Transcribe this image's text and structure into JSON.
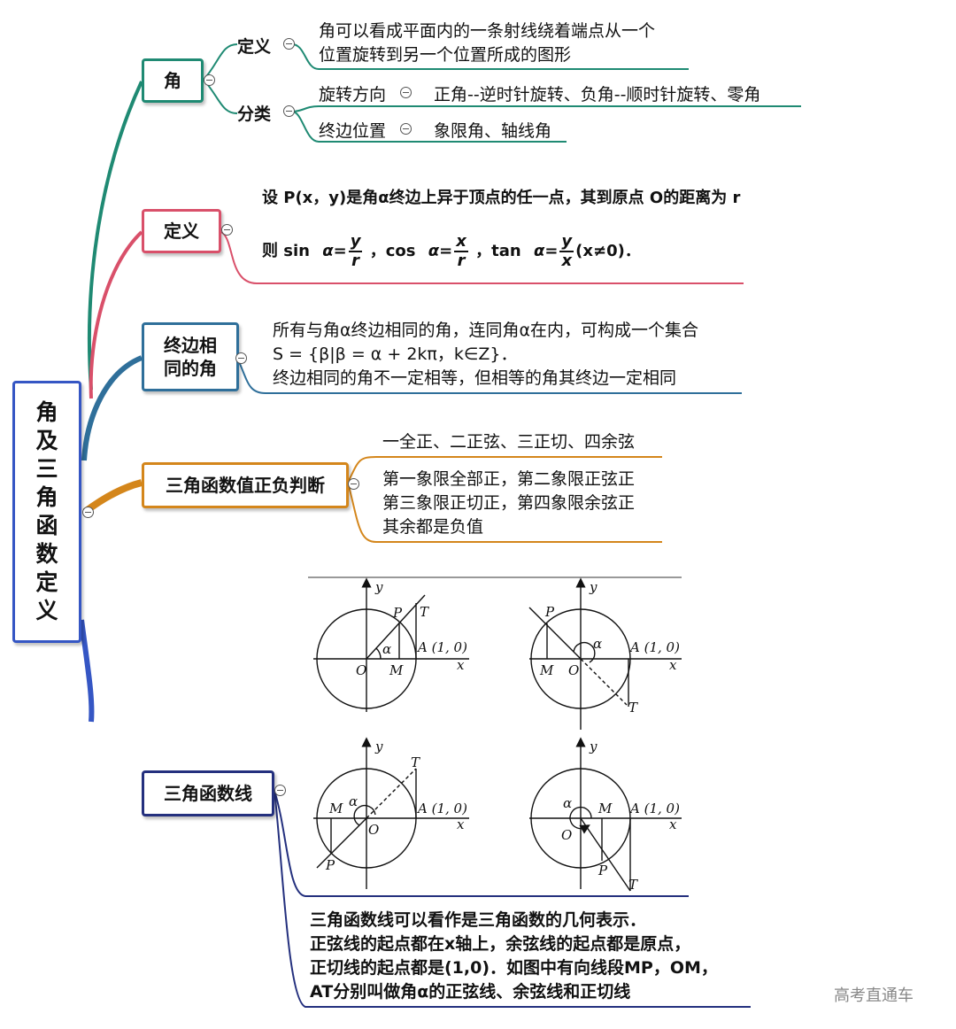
{
  "root": {
    "label": "角及三角函数定义",
    "chars": [
      "角",
      "及",
      "三",
      "角",
      "函",
      "数",
      "定",
      "义"
    ]
  },
  "branches": {
    "angle": {
      "label": "角",
      "definition": {
        "label": "定义",
        "lines": [
          "角可以看成平面内的一条射线绕着端点从一个",
          "位置旋转到另一个位置所成的图形"
        ]
      },
      "classification": {
        "label": "分类",
        "rotation": {
          "label": "旋转方向",
          "text": "正角--逆时针旋转、负角--顺时针旋转、零角"
        },
        "terminal": {
          "label": "终边位置",
          "text": "象限角、轴线角"
        }
      }
    },
    "definition": {
      "label": "定义",
      "line1": "设 P(x，y)是角α终边上异于顶点的任一点，其到原点 O的距离为 r",
      "line2": {
        "prefix": "则 sin",
        "sin_alpha": "α=",
        "sin_num": "y",
        "sin_den": "r",
        "cos": "，cos",
        "cos_alpha": "α=",
        "cos_num": "x",
        "cos_den": "r",
        "tan": "，tan",
        "tan_alpha": "α=",
        "tan_num": "y",
        "tan_den": "x",
        "suffix": "(x≠0)．"
      }
    },
    "coterminal": {
      "label_lines": [
        "终边相",
        "同的角"
      ],
      "lines": [
        "所有与角α终边相同的角，连同角α在内，可构成一个集合",
        "S = {β|β = α + 2kπ，k∈Z}．",
        "终边相同的角不一定相等，但相等的角其终边一定相同"
      ]
    },
    "sign": {
      "label": "三角函数值正负判断",
      "mnemonic": "一全正、二正弦、三正切、四余弦",
      "lines": [
        "第一象限全部正，第二象限正弦正",
        "第三象限正切正，第四象限余弦正",
        "其余都是负值"
      ]
    },
    "trig_lines": {
      "label": "三角函数线",
      "lines": [
        "三角函数线可以看作是三角函数的几何表示．",
        "正弦线的起点都在x轴上，余弦线的起点都是原点，",
        "正切线的起点都是(1,0)．如图中有向线段MP，OM，",
        "AT分别叫做角α的正弦线、余弦线和正切线"
      ]
    }
  },
  "figure_labels": {
    "y": "y",
    "x": "x",
    "O": "O",
    "M": "M",
    "P": "P",
    "T": "T",
    "alpha": "α",
    "A": "A (1, 0)"
  },
  "watermark": "高考直通车",
  "colors": {
    "teal": "#1f8a73",
    "pink": "#d9506a",
    "blue": "#2f6f9a",
    "orange": "#d4861b",
    "navy": "#24307e",
    "root": "#3556c4"
  }
}
